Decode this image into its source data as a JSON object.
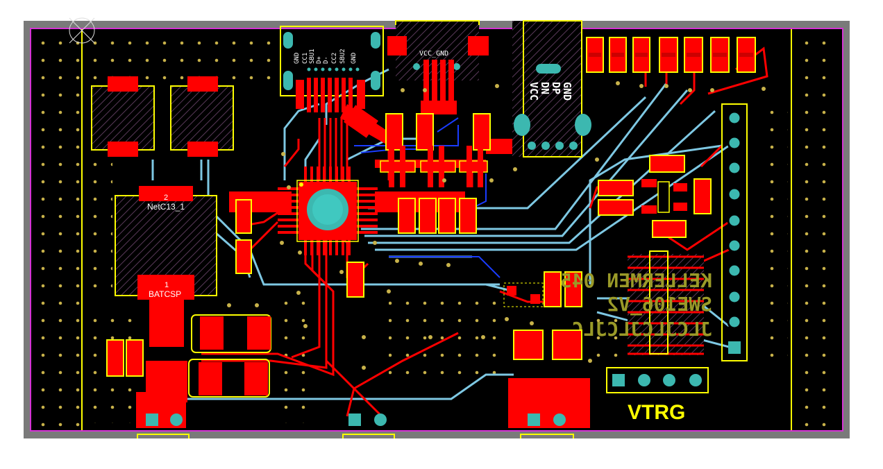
{
  "board": {
    "colors": {
      "background": "#ffffff",
      "keepout_frame": "#7a7a7a",
      "board_outline": "#d633d6",
      "substrate": "#000000",
      "top_copper": "#ff0000",
      "top_copper_dark": "#cc0000",
      "bottom_copper": "#7ec8e3",
      "blue_trace": "#1a3cff",
      "silkscreen": "#ffff00",
      "bottom_silk": "#9a9a28",
      "pad": "#3cb8b0",
      "via": "#c8b24a",
      "hatch": "#5a3a5a"
    }
  },
  "silk_labels": {
    "net_c13": "NetC13_1",
    "pin_2": "2",
    "pin_1": "1",
    "batcsp": "BATCSP",
    "vtrg": "VTRG",
    "usb_pins": [
      "GND",
      "DP",
      "DN",
      "VCC"
    ],
    "vcc_gnd": "VCC_GND",
    "fpc_pins": [
      "GND",
      "CC1",
      "SBU1",
      "D+",
      "D-",
      "CC2",
      "SBU2",
      "GND"
    ],
    "rev_line1": "KELLERMEN 045",
    "rev_line2": "SWE106_V2",
    "rev_line3": "JLCJLCJLCJLC"
  },
  "icons": {
    "origin_marker": "origin-crosshair-icon"
  }
}
